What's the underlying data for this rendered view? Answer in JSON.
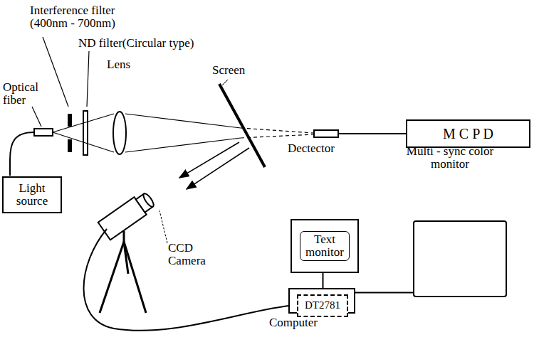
{
  "diagram": {
    "nodes": [
      {
        "text": [
          "Light source"
        ]
      },
      {
        "text": [
          "Dectector"
        ]
      },
      {
        "text": [
          "M C P D"
        ]
      },
      {
        "text": [
          "Text monitor"
        ]
      },
      {
        "text": [
          "Computer"
        ]
      },
      {
        "text": [
          "DT2781"
        ],
        "in": 4
      },
      {
        "text": [
          "Multi - sync color monitor"
        ]
      }
    ],
    "edges": [
      {
        "from": 1,
        "to": 2,
        "arrow": "none"
      },
      {
        "from": 4,
        "to": 3,
        "arrow": "none"
      },
      {
        "from": 4,
        "to": 6,
        "arrow": "none"
      }
    ],
    "labels": [
      "Interference filter (400nm - 700nm)",
      "ND filter(Circular type)",
      "Lens",
      "Screen",
      "Optical fiber",
      "CCD Camera"
    ]
  }
}
